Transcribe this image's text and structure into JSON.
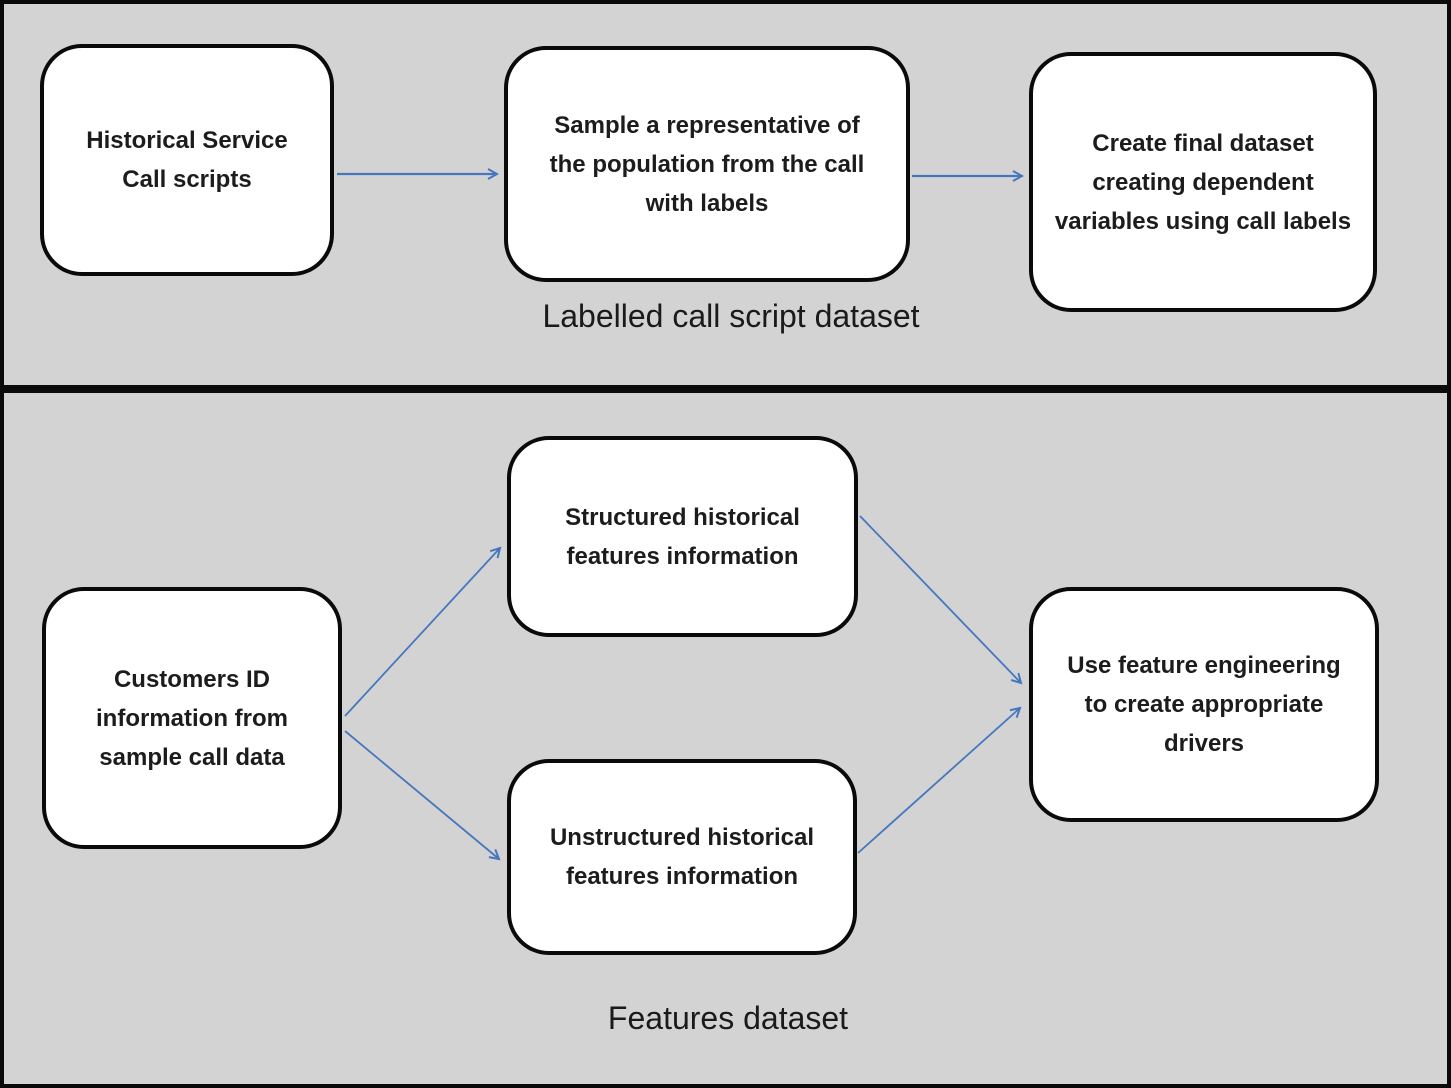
{
  "diagram": {
    "background_color": "#d3d3d3",
    "node_fill_color": "#ffffff",
    "node_border_color": "#0a0a0a",
    "arrow_color": "#4677be",
    "sections": [
      {
        "name": "labelled-call-script-dataset",
        "label": "Labelled call script dataset",
        "nodes": [
          {
            "text": "Historical Service Call scripts"
          },
          {
            "text": "Sample a representative of the population from the call with labels"
          },
          {
            "text": "Create final dataset creating dependent variables using call labels"
          }
        ],
        "connections": [
          {
            "from": "Historical Service Call scripts",
            "to": "Sample a representative of the population from the call with labels"
          },
          {
            "from": "Sample a representative of the population from the call with labels",
            "to": "Create final dataset creating dependent variables using call labels"
          }
        ]
      },
      {
        "name": "features-dataset",
        "label": "Features dataset",
        "nodes": [
          {
            "text": "Customers ID information from sample call data"
          },
          {
            "text": "Structured historical features information"
          },
          {
            "text": "Unstructured historical features information"
          },
          {
            "text": "Use feature engineering to create appropriate drivers"
          }
        ],
        "connections": [
          {
            "from": "Customers ID information from sample call data",
            "to": "Structured historical features information"
          },
          {
            "from": "Customers ID information from sample call data",
            "to": "Unstructured historical features information"
          },
          {
            "from": "Structured historical features information",
            "to": "Use feature engineering to create appropriate drivers"
          },
          {
            "from": "Unstructured historical features information",
            "to": "Use feature engineering to create appropriate drivers"
          }
        ]
      }
    ]
  }
}
